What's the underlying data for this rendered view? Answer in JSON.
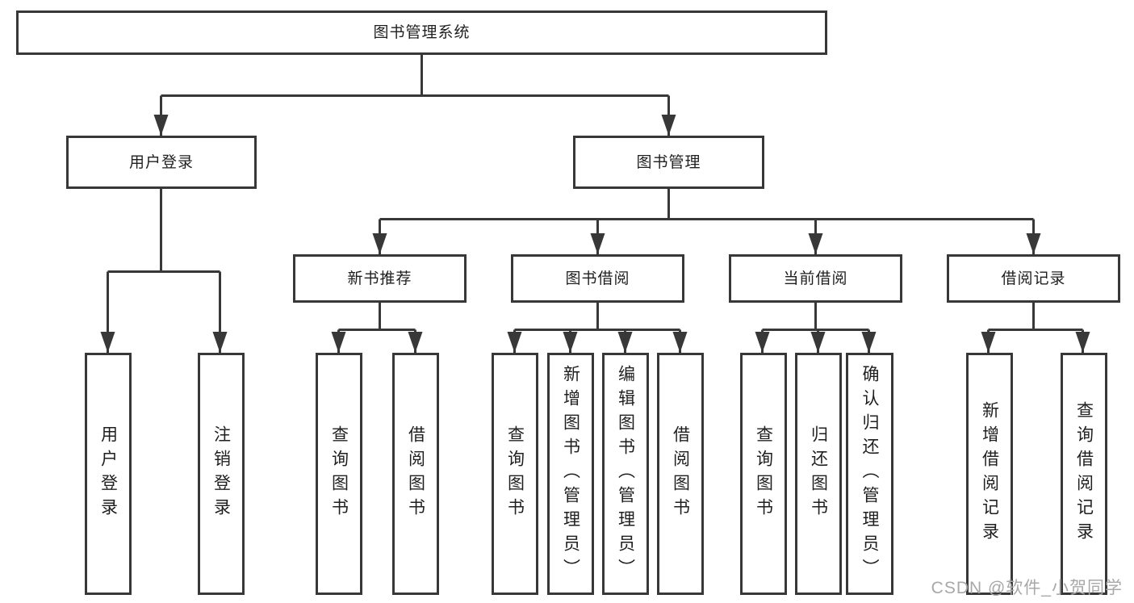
{
  "watermark": {
    "text": "CSDN @软件_小贺同学"
  },
  "colors": {
    "line": "#383838",
    "text": "#1f1f1f",
    "watermark": "#a8a8a8",
    "background": "#ffffff"
  },
  "tree": {
    "root": {
      "label": "图书管理系统"
    },
    "level2": [
      {
        "label": "用户登录",
        "children": [
          {
            "label": "用户登录"
          },
          {
            "label": "注销登录"
          }
        ]
      },
      {
        "label": "图书管理",
        "children": [
          {
            "label": "新书推荐",
            "children": [
              {
                "label": "查询图书"
              },
              {
                "label": "借阅图书"
              }
            ]
          },
          {
            "label": "图书借阅",
            "children": [
              {
                "label": "查询图书"
              },
              {
                "label": "新增图书（管理员）"
              },
              {
                "label": "编辑图书（管理员）"
              },
              {
                "label": "借阅图书"
              }
            ]
          },
          {
            "label": "当前借阅",
            "children": [
              {
                "label": "查询图书"
              },
              {
                "label": "归还图书"
              },
              {
                "label": "确认归还（管理员）"
              }
            ]
          },
          {
            "label": "借阅记录",
            "children": [
              {
                "label": "新增借阅记录"
              },
              {
                "label": "查询借阅记录"
              }
            ]
          }
        ]
      }
    ]
  }
}
